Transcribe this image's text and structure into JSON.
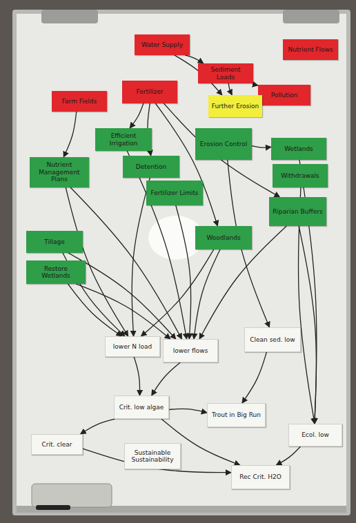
{
  "diagram": {
    "nodes": [
      {
        "text": [
          "Water Supply"
        ]
      },
      {
        "text": [
          "Nutrient Flows"
        ]
      },
      {
        "text": [
          "Sediment Loads"
        ]
      },
      {
        "text": [
          "Fertilizer"
        ]
      },
      {
        "text": [
          "Pollution"
        ]
      },
      {
        "text": [
          "Farm Fields"
        ]
      },
      {
        "text": [
          "Further Erosion"
        ]
      },
      {
        "text": [
          "Efficient Irrigation"
        ]
      },
      {
        "text": [
          "Erosion Control"
        ]
      },
      {
        "text": [
          "Wetlands"
        ]
      },
      {
        "text": [
          "Nutrient Management Plans"
        ]
      },
      {
        "text": [
          "Detention"
        ]
      },
      {
        "text": [
          "Withdrawals"
        ]
      },
      {
        "text": [
          "Fertilizer Limits"
        ]
      },
      {
        "text": [
          "Riparian Buffers"
        ]
      },
      {
        "text": [
          "Woodlands"
        ]
      },
      {
        "text": [
          "Tillage"
        ]
      },
      {
        "text": [
          "Restore Wetlands"
        ]
      },
      {
        "text": [
          "lower N load"
        ]
      },
      {
        "text": [
          "lower flows"
        ]
      },
      {
        "text": [
          "Clean sed. low"
        ]
      },
      {
        "text": [
          "Crit. low algae"
        ]
      },
      {
        "text": [
          "Trout in Big Run"
        ]
      },
      {
        "text": [
          "Ecol. low"
        ]
      },
      {
        "text": [
          "Crit. clear"
        ]
      },
      {
        "text": [
          "Sustainable Sustainability"
        ]
      },
      {
        "text": [
          "Rec Crit. H2O"
        ]
      }
    ],
    "edges": [
      {
        "from": 0,
        "to": 2,
        "arrow": "to"
      },
      {
        "from": 2,
        "to": 4,
        "arrow": "to"
      },
      {
        "from": 0,
        "to": 6,
        "arrow": "to"
      },
      {
        "from": 2,
        "to": 6,
        "arrow": "to"
      },
      {
        "from": 3,
        "to": 7,
        "arrow": "to"
      },
      {
        "from": 3,
        "to": 11,
        "arrow": "to"
      },
      {
        "from": 3,
        "to": 15,
        "arrow": "to"
      },
      {
        "from": 3,
        "to": 14,
        "arrow": "to"
      },
      {
        "from": 5,
        "to": 10,
        "arrow": "to"
      },
      {
        "from": 8,
        "to": 9,
        "arrow": "to"
      },
      {
        "from": 7,
        "to": 19,
        "arrow": "to"
      },
      {
        "from": 10,
        "to": 18,
        "arrow": "to"
      },
      {
        "from": 10,
        "to": 19,
        "arrow": "to"
      },
      {
        "from": 11,
        "to": 18,
        "arrow": "to"
      },
      {
        "from": 13,
        "to": 19,
        "arrow": "to"
      },
      {
        "from": 16,
        "to": 18,
        "arrow": "to"
      },
      {
        "from": 16,
        "to": 19,
        "arrow": "to"
      },
      {
        "from": 17,
        "to": 18,
        "arrow": "to"
      },
      {
        "from": 17,
        "to": 19,
        "arrow": "to"
      },
      {
        "from": 15,
        "to": 19,
        "arrow": "to"
      },
      {
        "from": 15,
        "to": 18,
        "arrow": "to"
      },
      {
        "from": 8,
        "to": 20,
        "arrow": "to"
      },
      {
        "from": 9,
        "to": 23,
        "arrow": "to"
      },
      {
        "from": 12,
        "to": 23,
        "arrow": "to"
      },
      {
        "from": 14,
        "to": 23,
        "arrow": "to"
      },
      {
        "from": 14,
        "to": 19,
        "arrow": "to"
      },
      {
        "from": 18,
        "to": 21,
        "arrow": "to"
      },
      {
        "from": 19,
        "to": 21,
        "arrow": "to"
      },
      {
        "from": 20,
        "to": 22,
        "arrow": "to"
      },
      {
        "from": 21,
        "to": 24,
        "arrow": "to"
      },
      {
        "from": 21,
        "to": 22,
        "arrow": "to"
      },
      {
        "from": 21,
        "to": 26,
        "arrow": "to"
      },
      {
        "from": 23,
        "to": 26,
        "arrow": "to"
      },
      {
        "from": 24,
        "to": 26,
        "arrow": "to"
      }
    ]
  }
}
